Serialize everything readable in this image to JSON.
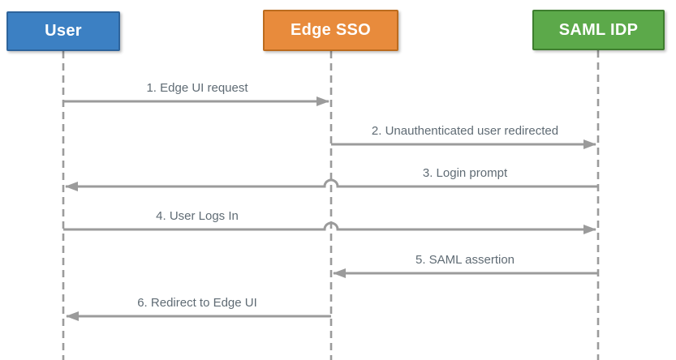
{
  "diagram": {
    "type": "sequence-diagram",
    "line_color": "#9b9b9b",
    "label_color": "#5f6b74",
    "actors": [
      {
        "name": "User",
        "fill": "#3c80c3",
        "border": "#2e649c"
      },
      {
        "name": "Edge SSO",
        "fill": "#e88b3c",
        "border": "#bc6c1e"
      },
      {
        "name": "SAML IDP",
        "fill": "#5ca94a",
        "border": "#3e7e2e"
      }
    ],
    "messages": [
      {
        "order": 1,
        "label": "1. Edge UI request",
        "from": "User",
        "to": "Edge SSO",
        "direction": "right"
      },
      {
        "order": 2,
        "label": "2. Unauthenticated user redirected",
        "from": "Edge SSO",
        "to": "SAML IDP",
        "direction": "right"
      },
      {
        "order": 3,
        "label": "3. Login prompt",
        "from": "SAML IDP",
        "to": "User",
        "direction": "left"
      },
      {
        "order": 4,
        "label": "4. User Logs In",
        "from": "User",
        "to": "SAML IDP",
        "direction": "right"
      },
      {
        "order": 5,
        "label": "5. SAML assertion",
        "from": "SAML IDP",
        "to": "Edge SSO",
        "direction": "left"
      },
      {
        "order": 6,
        "label": "6. Redirect to Edge UI",
        "from": "Edge SSO",
        "to": "User",
        "direction": "left"
      }
    ]
  }
}
